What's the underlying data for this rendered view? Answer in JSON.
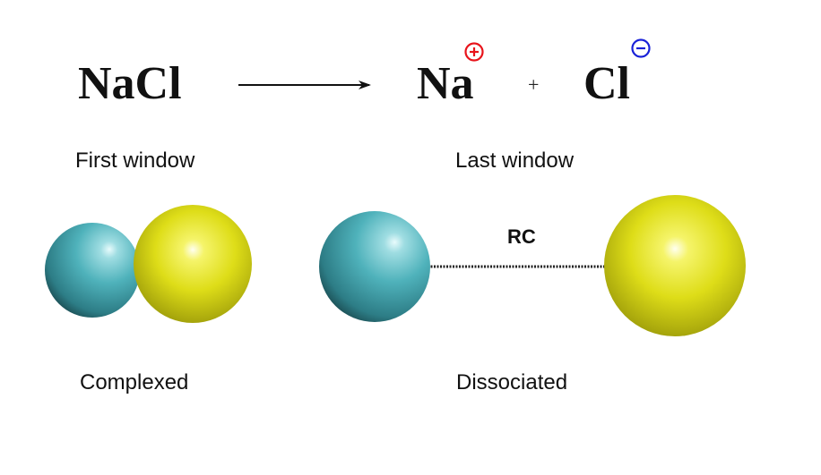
{
  "reaction": {
    "reactant": "NaCl",
    "product_cation": "Na",
    "product_anion": "Cl",
    "plus": "+",
    "cation_charge_color": "#e8141b",
    "anion_charge_color": "#1a22d8"
  },
  "windows": {
    "first": "First window",
    "last": "Last window"
  },
  "states": {
    "complexed": "Complexed",
    "dissociated": "Dissociated"
  },
  "reaction_coordinate": "RC",
  "colors": {
    "sodium": "#4fb2bb",
    "chloride": "#e0df1a"
  }
}
